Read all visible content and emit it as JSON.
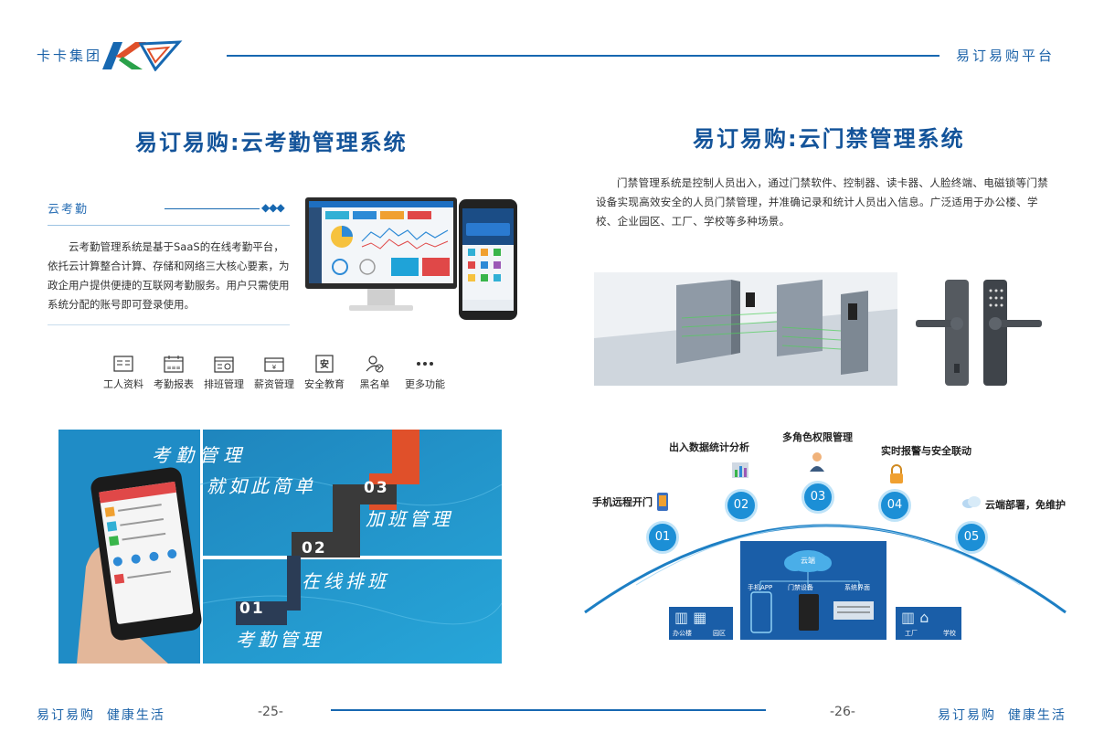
{
  "header": {
    "brand": "卡卡集团",
    "platform": "易订易购平台"
  },
  "left": {
    "title": "易订易购:云考勤管理系统",
    "section_label": "云考勤",
    "paragraph": "云考勤管理系统是基于SaaS的在线考勤平台，依托云计算整合计算、存储和网络三大核心要素，为政企用户提供便捷的互联网考勤服务。用户只需使用系统分配的账号即可登录使用。",
    "features": [
      {
        "label": "工人资料",
        "icon": "id-card-icon"
      },
      {
        "label": "考勤报表",
        "icon": "calendar-icon"
      },
      {
        "label": "排班管理",
        "icon": "schedule-icon"
      },
      {
        "label": "薪资管理",
        "icon": "wallet-icon"
      },
      {
        "label": "安全教育",
        "icon": "safety-icon"
      },
      {
        "label": "黑名单",
        "icon": "blacklist-user-icon"
      },
      {
        "label": "更多功能",
        "icon": "more-icon"
      }
    ],
    "banner": {
      "line1": "考勤管理",
      "line2": "就如此简单",
      "step3_num": "03",
      "step3_text": "加班管理",
      "step2_num": "02",
      "step2_text": "在线排班",
      "step1_num": "01",
      "step1_text": "考勤管理"
    },
    "footer": "易订易购  健康生活",
    "page_number": "-25-"
  },
  "right": {
    "title": "易订易购:云门禁管理系统",
    "paragraph": "门禁管理系统是控制人员出入，通过门禁软件、控制器、读卡器、人脸终端、电磁锁等门禁设备实现高效安全的人员门禁管理，并准确记录和统计人员出入信息。广泛适用于办公楼、学校、企业园区、工厂、学校等多种场景。",
    "diagram": {
      "nodes": [
        {
          "num": "01",
          "label": "手机远程开门"
        },
        {
          "num": "02",
          "label": "出入数据统计分析"
        },
        {
          "num": "03",
          "label": "多角色权限管理"
        },
        {
          "num": "04",
          "label": "实时报警与安全联动"
        },
        {
          "num": "05",
          "label": "云端部署，免维护"
        }
      ],
      "cloud_label": "云端",
      "app_label": "手机APP",
      "device_label": "门禁设备",
      "system_label": "系统界面",
      "left_labels": [
        "办公楼",
        "园区"
      ],
      "right_labels": [
        "工厂",
        "学校"
      ]
    },
    "footer": "易订易购  健康生活",
    "page_number": "-26-"
  },
  "colors": {
    "primary": "#1768b1",
    "title": "#14549a",
    "accent_blue": "#1c8fd6",
    "accent_orange": "#e0502a"
  }
}
